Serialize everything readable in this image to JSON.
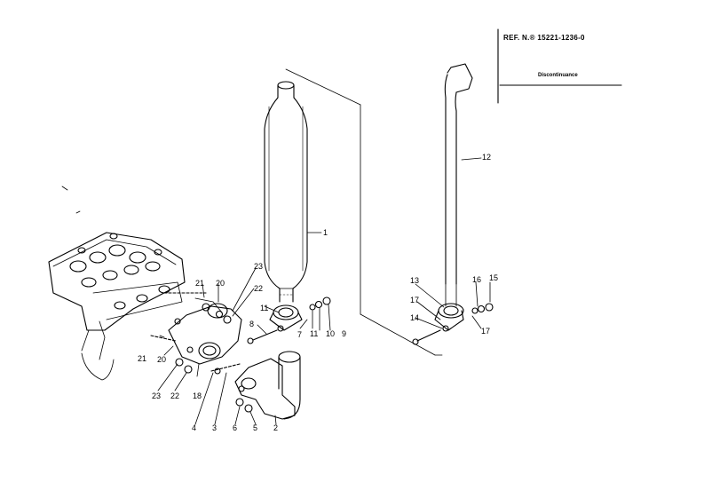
{
  "header": {
    "ref": "REF. N.® 15221-1236-0",
    "subtitle": "Discontinuance"
  },
  "callouts": {
    "c1": "1",
    "c2": "2",
    "c3": "3",
    "c4": "4",
    "c5": "5",
    "c6": "6",
    "c7": "7",
    "c8": "8",
    "c9": "9",
    "c10": "10",
    "c11a": "11",
    "c11b": "11",
    "c12": "12",
    "c13": "13",
    "c14": "14",
    "c15": "15",
    "c16": "16",
    "c17a": "17",
    "c17b": "17",
    "c18": "18",
    "c20a": "20",
    "c20b": "20",
    "c21a": "21",
    "c21b": "21",
    "c22a": "22",
    "c22b": "22",
    "c23a": "23",
    "c23b": "23"
  }
}
